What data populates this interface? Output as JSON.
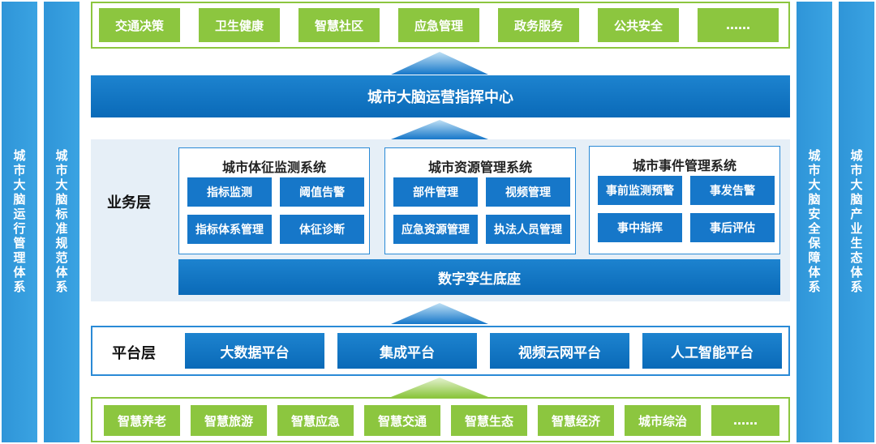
{
  "side_left_outer": "城市大脑运行管理体系",
  "side_left_inner": "城市大脑标准规范体系",
  "side_right_inner": "城市大脑安全保障体系",
  "side_right_outer": "城市大脑产业生态体系",
  "top_apps": [
    "交通决策",
    "卫生健康",
    "智慧社区",
    "应急管理",
    "政务服务",
    "公共安全",
    "……"
  ],
  "command_center": "城市大脑运营指挥中心",
  "business_layer": {
    "label": "业务层",
    "systems": [
      {
        "title": "城市体征监测系统",
        "items": [
          "指标监测",
          "阈值告警",
          "指标体系管理",
          "体征诊断"
        ]
      },
      {
        "title": "城市资源管理系统",
        "items": [
          "部件管理",
          "视频管理",
          "应急资源管理",
          "执法人员管理"
        ]
      },
      {
        "title": "城市事件管理系统",
        "items": [
          "事前监测预警",
          "事发告警",
          "事中指挥",
          "事后评估"
        ]
      }
    ],
    "digital_twin": "数字孪生底座"
  },
  "platform_layer": {
    "label": "平台层",
    "platforms": [
      "大数据平台",
      "集成平台",
      "视频云网平台",
      "人工智能平台"
    ]
  },
  "bottom_apps": [
    "智慧养老",
    "智慧旅游",
    "智慧应急",
    "智慧交通",
    "智慧生态",
    "智慧经济",
    "城市综治",
    "……"
  ],
  "colors": {
    "green": "#8cc63f",
    "blue": "#0a6ab8",
    "light_blue": "#3aa3e2",
    "panel_bg": "#e6eff7"
  }
}
